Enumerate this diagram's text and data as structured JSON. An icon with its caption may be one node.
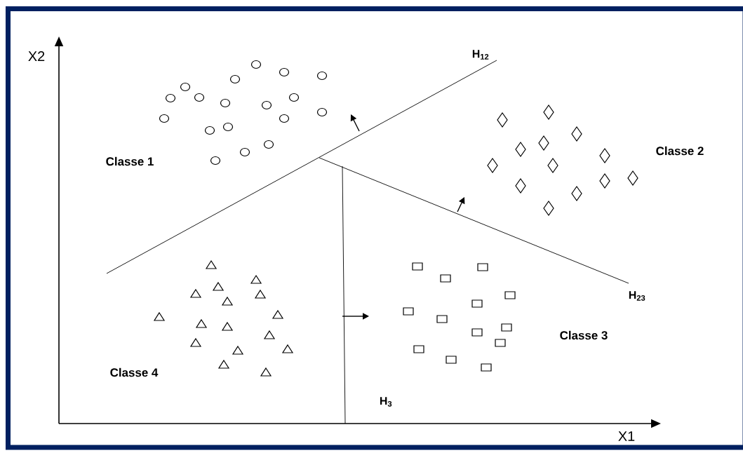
{
  "diagram": {
    "labels": [
      "X2",
      "H$_{12}$",
      "Classe  1",
      "Classe  2",
      "H$_{23}$",
      "Classe  3",
      "Classe  4",
      "H$_{3}$",
      "X1"
    ]
  }
}
